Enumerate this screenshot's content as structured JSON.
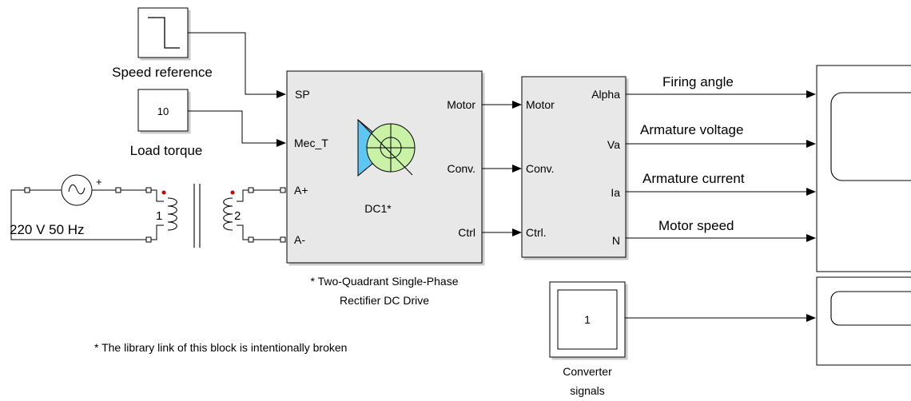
{
  "colors": {
    "block_fill": "#e8e8e8",
    "wire": "#000000",
    "port_dot": "#d00000",
    "icon_blue": "#5dc6f2",
    "icon_green": "#c9f2a6"
  },
  "blocks": {
    "speed_reference": {
      "label": "Speed reference"
    },
    "load_torque": {
      "value": "10",
      "label": "Load torque"
    },
    "ac_source": {
      "label": "220 V  50 Hz",
      "plus": "+"
    },
    "transformer": {
      "winding1": "1",
      "winding2": "2"
    },
    "dc_drive": {
      "name": "DC1*",
      "caption_line1": "* Two-Quadrant Single-Phase",
      "caption_line2": "Rectifier DC Drive",
      "inputs": [
        "SP",
        "Mec_T",
        "A+",
        "A-"
      ],
      "outputs": [
        "Motor",
        "Conv.",
        "Ctrl"
      ]
    },
    "demux": {
      "inputs": [
        "Motor",
        "Conv.",
        "Ctrl."
      ],
      "outputs": [
        "Alpha",
        "Va",
        "Ia",
        "N"
      ]
    },
    "converter_signals": {
      "value": "1",
      "label_line1": "Converter",
      "label_line2": "signals"
    }
  },
  "signals": [
    "Firing angle",
    "Armature voltage",
    "Armature current",
    "Motor speed"
  ],
  "note": "* The library link of this block is intentionally broken",
  "icons": [
    "step-icon",
    "ac-source-icon",
    "transformer-icon",
    "dc-machine-icon",
    "scope-icon"
  ]
}
